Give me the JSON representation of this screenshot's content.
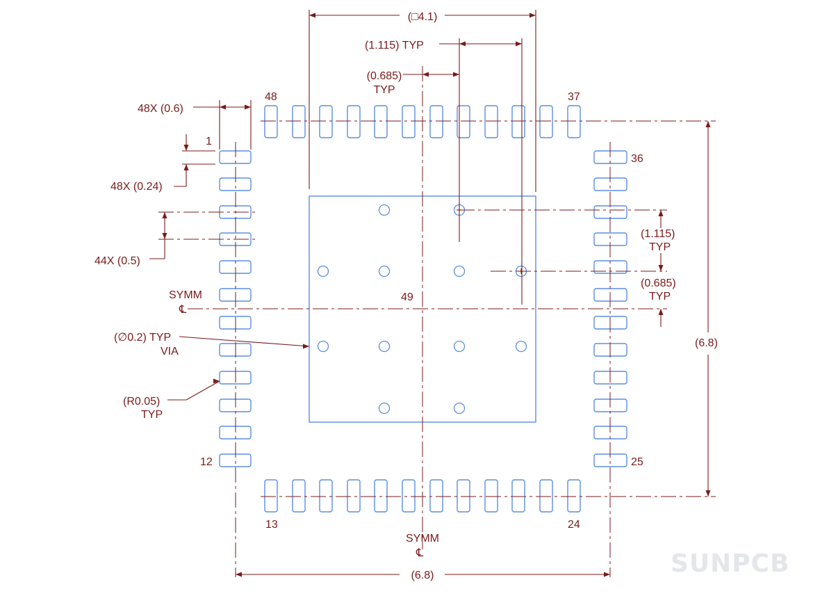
{
  "dimensions": {
    "top_overall": "(□4.1)",
    "top_pitch_1115": "(1.115) TYP",
    "top_pitch_685_a": "(0.685)",
    "top_pitch_685_b": "TYP",
    "pad_width_48x": "48X (0.6)",
    "pad_length_1": "1",
    "pad_height_48x": "48X (0.24)",
    "pitch_44x": "44X (0.5)",
    "symm_left": "SYMM",
    "via_dia_a": "(∅0.2) TYP",
    "via_dia_b": "VIA",
    "radius_a": "(R0.05)",
    "radius_b": "TYP",
    "right_1115_a": "(1.115)",
    "right_1115_b": "TYP",
    "right_685_a": "(0.685)",
    "right_685_b": "TYP",
    "right_overall": "(6.8)",
    "symm_bottom": "SYMM",
    "bottom_overall": "(6.8)",
    "center_line_symbol": "℄"
  },
  "pins": {
    "p48": "48",
    "p37": "37",
    "p36": "36",
    "p25": "25",
    "p12": "12",
    "p13": "13",
    "p24": "24",
    "thermal": "49"
  },
  "watermark": "SUNPCB",
  "colors": {
    "dimension": "#7a1a1a",
    "copper_outline": "#5b8de0",
    "watermark": "#e4e6ea"
  }
}
